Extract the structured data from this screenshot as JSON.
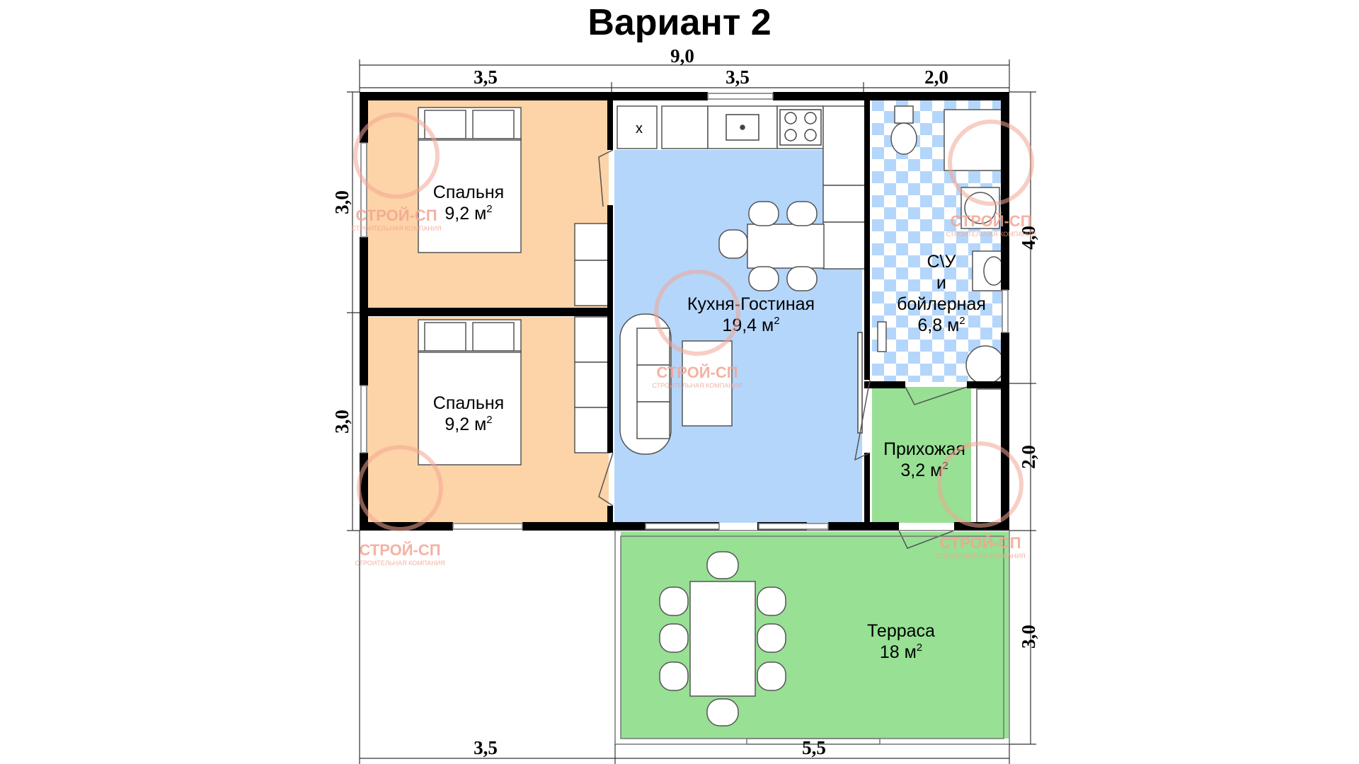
{
  "title": "Вариант 2",
  "dimensions": {
    "total_width": "9,0",
    "top_left": "3,5",
    "top_middle": "3,5",
    "top_right": "2,0",
    "left_top": "3,0",
    "left_bottom": "3,0",
    "right_upper": "4,0",
    "right_middle": "2,0",
    "right_lower": "3,0",
    "bottom_left": "3,5",
    "bottom_right": "5,5"
  },
  "rooms": {
    "bedroom1": {
      "name": "Спальня",
      "area": "9,2 м",
      "sup": "2"
    },
    "bedroom2": {
      "name": "Спальня",
      "area": "9,2 м",
      "sup": "2"
    },
    "kitchen": {
      "name": "Кухня-Гостиная",
      "area": "19,4 м",
      "sup": "2"
    },
    "bath": {
      "line1": "С\\У",
      "line2": "и",
      "line3": "бойлерная",
      "area": "6,8 м",
      "sup": "2"
    },
    "hall": {
      "name": "Прихожая",
      "area": "3,2 м",
      "sup": "2"
    },
    "terrace": {
      "name": "Терраса",
      "area": "18 м",
      "sup": "2"
    }
  },
  "stove_mark": "x",
  "watermark": {
    "brand": "СТРОЙ-СП",
    "sub": "СТРОИТЕЛЬНАЯ КОМПАНИЯ"
  },
  "colors": {
    "bedroom": "#fdd4a7",
    "kitchen": "#b4d6fb",
    "hall": "#97e094",
    "terrace": "#97e094",
    "bath_tile": "#b4d6fb",
    "wall": "#000000",
    "watermark": "#f3a593"
  }
}
